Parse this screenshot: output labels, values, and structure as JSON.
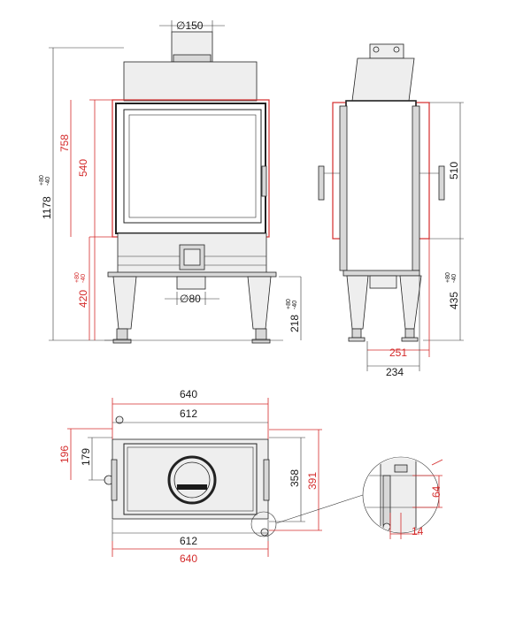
{
  "front_view": {
    "flue_diameter": "∅150",
    "total_height": "1178",
    "total_height_tol_plus": "+80",
    "total_height_tol_minus": "-40",
    "red_height": "758",
    "glass_height": "540",
    "base_height": "420",
    "base_tol_plus": "+80",
    "base_tol_minus": "-40",
    "air_inlet_diameter": "∅80",
    "leg_height": "218",
    "leg_tol_plus": "+80",
    "leg_tol_minus": "-40"
  },
  "side_view": {
    "glass_height": "510",
    "base_height": "435",
    "base_tol_plus": "+80",
    "base_tol_minus": "-40",
    "depth_red": "251",
    "depth_black": "234"
  },
  "top_view": {
    "outer_width": "640",
    "inner_width": "612",
    "bottom_inner_width": "612",
    "bottom_outer_width": "640",
    "depth_front_red": "196",
    "depth_front_black": "179",
    "depth_black": "358",
    "depth_red": "391"
  },
  "detail": {
    "height": "64",
    "width": "14"
  },
  "colors": {
    "dimension_red": "#d42b2b",
    "outline_black": "#222222"
  }
}
